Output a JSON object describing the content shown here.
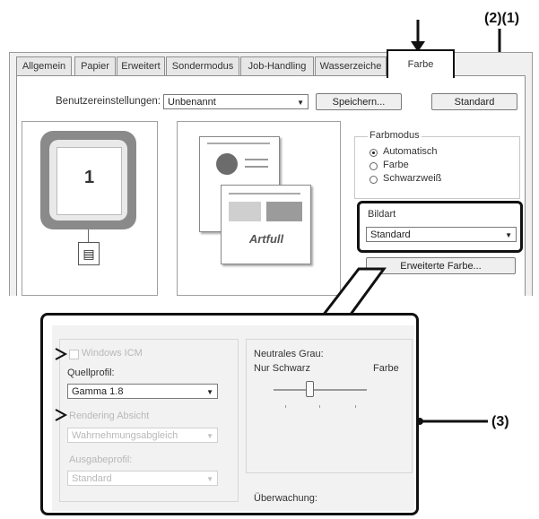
{
  "callouts": {
    "top_right": "(2)(1)",
    "right_mid": "(3)"
  },
  "tabs": [
    {
      "label": "Allgemein"
    },
    {
      "label": "Papier"
    },
    {
      "label": "Erweitert"
    },
    {
      "label": "Sondermodus"
    },
    {
      "label": "Job-Handling"
    },
    {
      "label": "Wasserzeiche"
    },
    {
      "label": "Farbe"
    }
  ],
  "settings_bar": {
    "label": "Benutzereinstellungen:",
    "value": "Unbenannt",
    "save_button": "Speichern...",
    "default_button": "Standard"
  },
  "preview": {
    "page_number": "1",
    "thumb_text": "Artfull"
  },
  "color_mode": {
    "title": "Farbmodus",
    "options": [
      {
        "label": "Automatisch",
        "selected": true
      },
      {
        "label": "Farbe",
        "selected": false
      },
      {
        "label": "Schwarzweiß",
        "selected": false
      }
    ]
  },
  "image_type": {
    "label": "Bildart",
    "value": "Standard"
  },
  "advanced_color_button": "Erweiterte Farbe...",
  "advanced": {
    "windows_icm": "Windows ICM",
    "source_profile_label": "Quellprofil:",
    "source_profile_value": "Gamma 1.8",
    "rendering_label": "Rendering Absicht",
    "rendering_value": "Wahrnehmungsabgleich",
    "output_profile_label": "Ausgabeprofil:",
    "output_profile_value": "Standard",
    "neutral_gray_label": "Neutrales Grau:",
    "only_black": "Nur Schwarz",
    "color": "Farbe",
    "monitoring_label": "Überwachung:"
  },
  "colors": {
    "highlight": "#111111",
    "dialog_bg": "#f0f0f0"
  }
}
